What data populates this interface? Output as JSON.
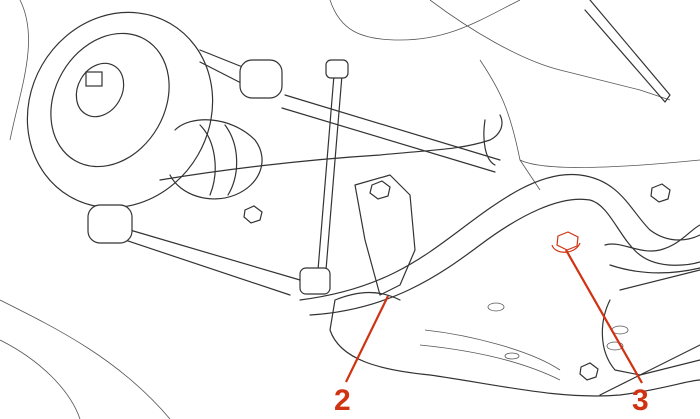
{
  "diagram": {
    "callouts": [
      {
        "label": "2",
        "part": "bar"
      },
      {
        "label": "3",
        "part": "bolt"
      }
    ],
    "colors": {
      "callout": "#d03311",
      "line": "#333333",
      "background": "#ffffff"
    }
  }
}
